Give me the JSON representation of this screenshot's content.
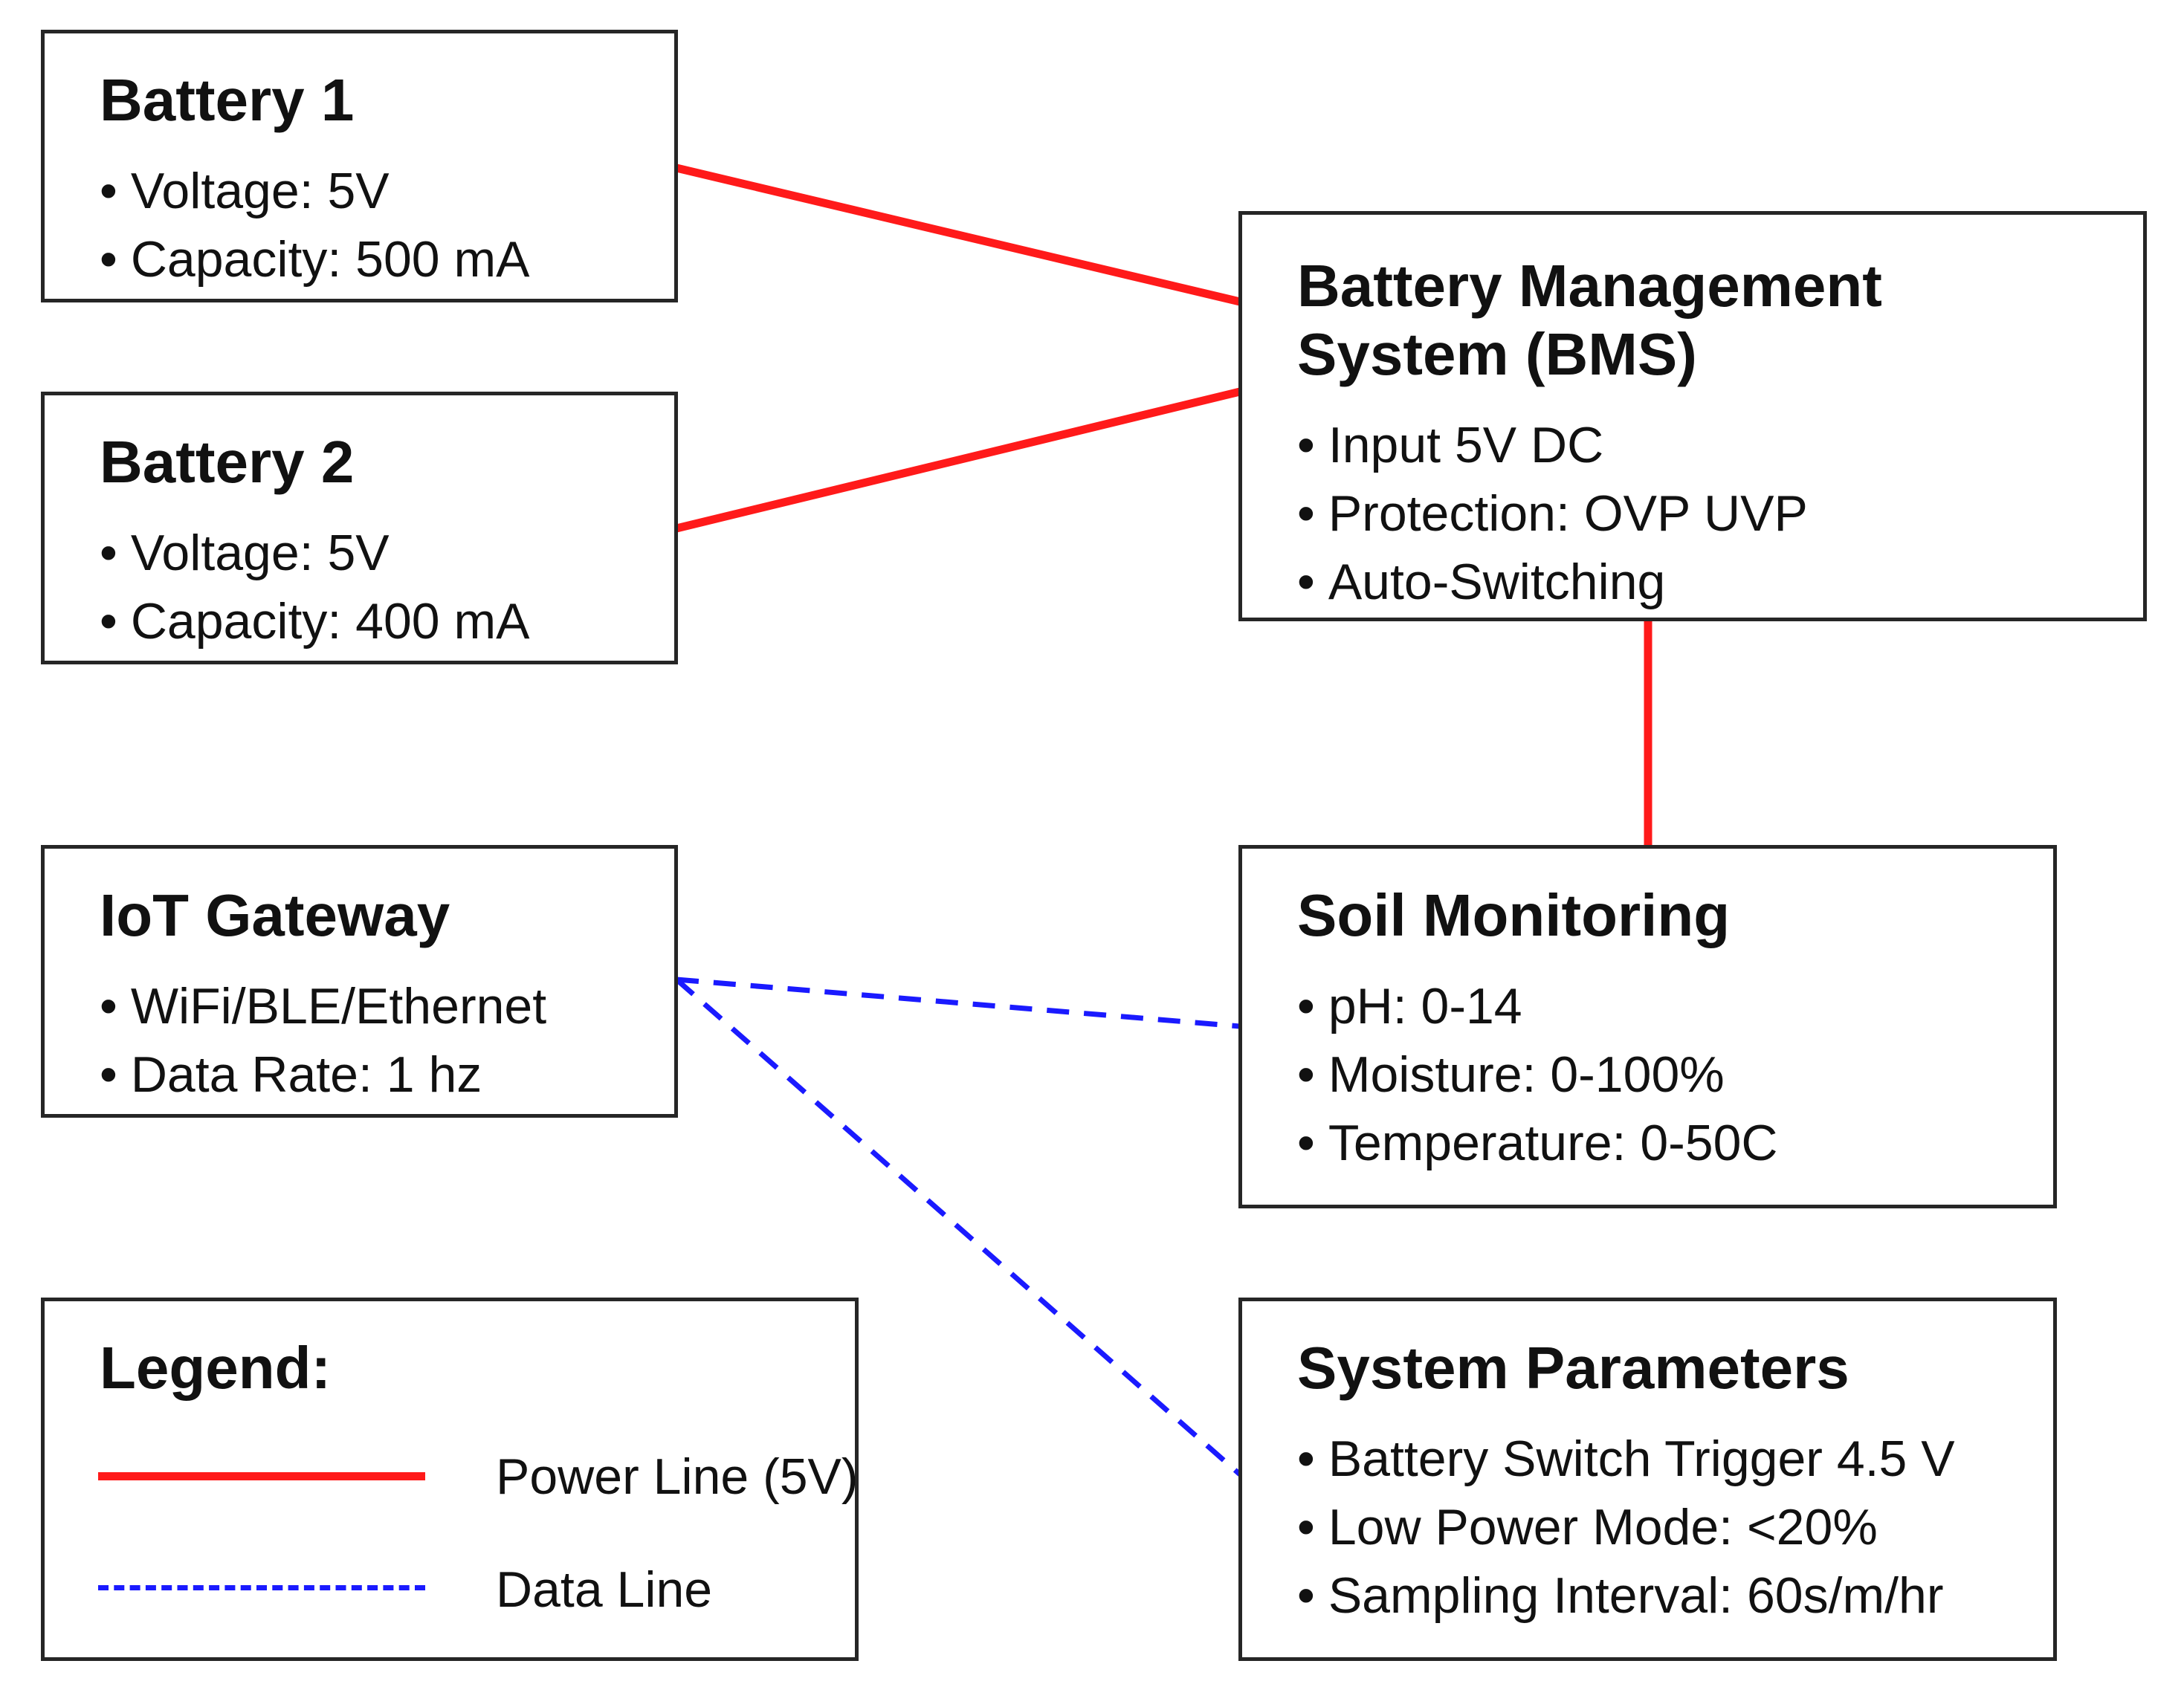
{
  "boxes": {
    "battery1": {
      "title": "Battery 1",
      "items": [
        "Voltage: 5V",
        "Capacity: 500 mA"
      ]
    },
    "battery2": {
      "title": "Battery 2",
      "items": [
        "Voltage: 5V",
        "Capacity: 400 mA"
      ]
    },
    "bms": {
      "title": "Battery Management System (BMS)",
      "items": [
        "Input 5V DC",
        "Protection: OVP UVP",
        "Auto-Switching"
      ]
    },
    "gateway": {
      "title": "IoT Gateway",
      "items": [
        "WiFi/BLE/Ethernet",
        "Data Rate: 1 hz"
      ]
    },
    "soil": {
      "title": "Soil Monitoring",
      "items": [
        "pH: 0-14",
        "Moisture: 0-100%",
        "Temperature: 0-50C"
      ]
    },
    "params": {
      "title": "System Parameters",
      "items": [
        "Battery Switch Trigger 4.5 V",
        "Low Power Mode: <20%",
        "Sampling Interval: 60s/m/hr"
      ]
    }
  },
  "legend": {
    "title": "Legend:",
    "power_label": "Power Line (5V)",
    "data_label": "Data Line"
  },
  "colors": {
    "power": "#ff1a1a",
    "data": "#1a1aff",
    "border": "#262626"
  },
  "connections": [
    {
      "from": "battery1",
      "to": "bms",
      "type": "power"
    },
    {
      "from": "battery2",
      "to": "bms",
      "type": "power"
    },
    {
      "from": "bms",
      "to": "soil",
      "type": "power"
    },
    {
      "from": "gateway",
      "to": "soil",
      "type": "data"
    },
    {
      "from": "gateway",
      "to": "params",
      "type": "data"
    }
  ]
}
